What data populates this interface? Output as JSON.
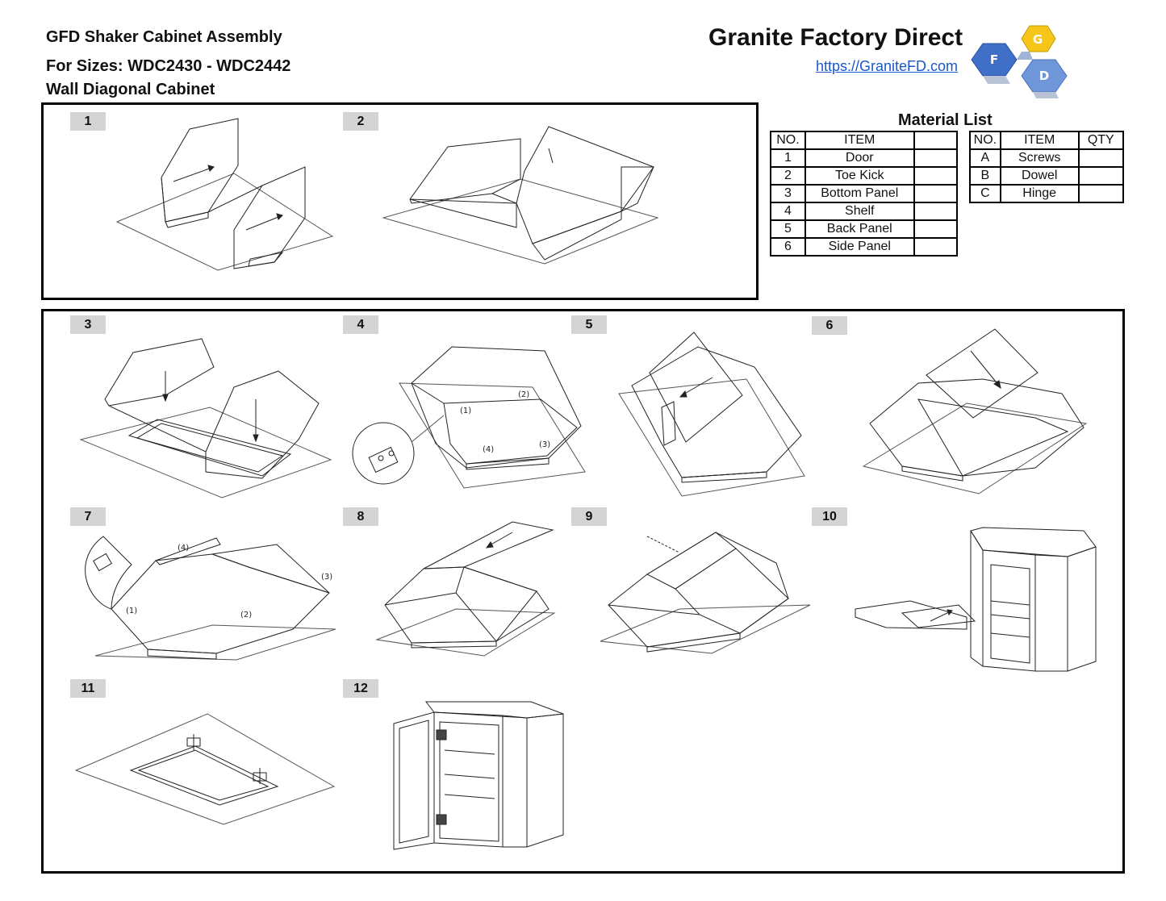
{
  "header": {
    "title": "GFD Shaker Cabinet Assembly",
    "sizes": "For Sizes: WDC2430 - WDC2442",
    "cabinet_type": "Wall Diagonal Cabinet"
  },
  "brand": {
    "name": "Granite Factory Direct",
    "url": "https://GraniteFD.com",
    "logo_letters": [
      "G",
      "F",
      "D"
    ],
    "logo_colors": {
      "G": "#f5c518",
      "F": "#3f6fc6",
      "D": "#6e96d8"
    }
  },
  "steps": [
    "1",
    "2",
    "3",
    "4",
    "5",
    "6",
    "7",
    "8",
    "9",
    "10",
    "11",
    "12"
  ],
  "callouts": {
    "s4": [
      "(1)",
      "(2)",
      "(3)",
      "(4)"
    ],
    "s7": [
      "(1)",
      "(2)",
      "(3)",
      "(4)"
    ]
  },
  "material_list": {
    "title": "Material List",
    "parts": {
      "headers": [
        "NO.",
        "ITEM",
        ""
      ],
      "rows": [
        {
          "no": "1",
          "item": "Door",
          "qty": ""
        },
        {
          "no": "2",
          "item": "Toe Kick",
          "qty": ""
        },
        {
          "no": "3",
          "item": "Bottom Panel",
          "qty": ""
        },
        {
          "no": "4",
          "item": "Shelf",
          "qty": ""
        },
        {
          "no": "5",
          "item": "Back Panel",
          "qty": ""
        },
        {
          "no": "6",
          "item": "Side Panel",
          "qty": ""
        }
      ]
    },
    "hardware": {
      "headers": [
        "NO.",
        "ITEM",
        "QTY"
      ],
      "rows": [
        {
          "no": "A",
          "item": "Screws",
          "qty": ""
        },
        {
          "no": "B",
          "item": "Dowel",
          "qty": ""
        },
        {
          "no": "C",
          "item": "Hinge",
          "qty": ""
        }
      ]
    }
  }
}
